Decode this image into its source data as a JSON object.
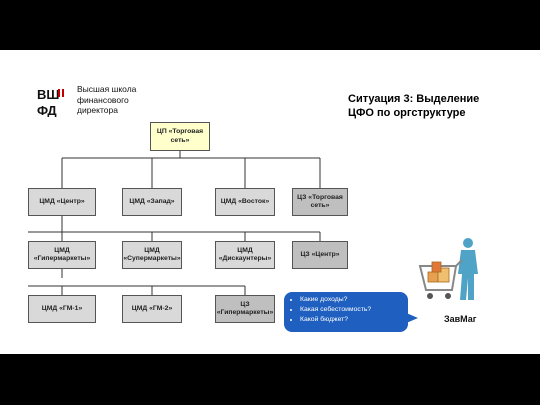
{
  "logo": {
    "mark_top": "ВШ",
    "mark_bottom": "ФД",
    "text": "Высшая школа\nфинансового\nдиректора"
  },
  "title": "Ситуация 3: Выделение\nЦФО по оргструктуре",
  "org": {
    "root": "ЦП «Торговая\nсеть»",
    "level1": [
      "ЦМД «Центр»",
      "ЦМД «Запад»",
      "ЦМД «Восток»",
      "ЦЗ «Торговая\nсеть»"
    ],
    "level2": [
      "ЦМД\n«Гипермаркеты»",
      "ЦМД\n«Супермаркеты»",
      "ЦМД\n«Дискаунтеры»",
      "ЦЗ «Центр»"
    ],
    "level3": [
      "ЦМД «ГМ-1»",
      "ЦМД «ГМ-2»",
      "ЦЗ\n«Гипермаркеты»"
    ]
  },
  "questions": [
    "Какие доходы?",
    "Какая себестоимость?",
    "Какой бюджет?"
  ],
  "figure_label": "ЗавМаг",
  "colors": {
    "root": "#ffffcc",
    "box": "#d9d9d9",
    "gray_box": "#bfbfbf",
    "bubble": "#1f5fbf",
    "figure": "#4fa3c7"
  }
}
